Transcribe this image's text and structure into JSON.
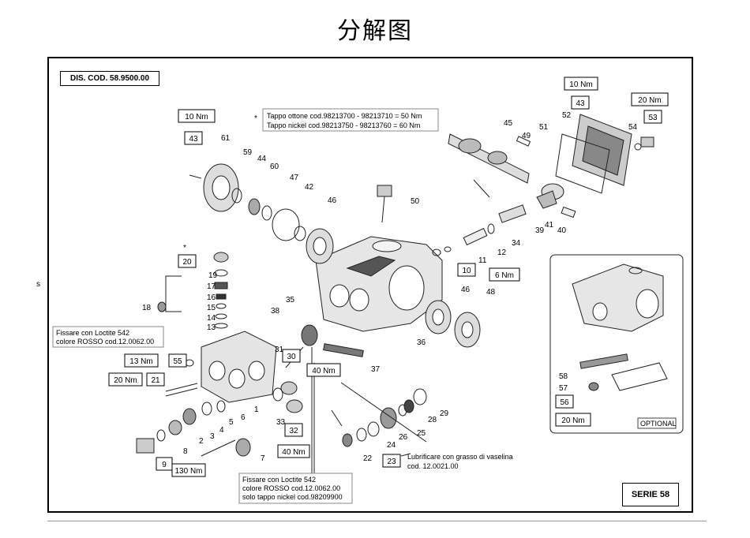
{
  "page_title": "分解图",
  "drawing_code": "DIS. COD. 58.9500.00",
  "series": "SERIE 58",
  "side_mark": "s",
  "star": "*",
  "notes": {
    "tappo_line1": "Tappo ottone cod.98213700 - 98213710 = 50 Nm",
    "tappo_line2": "Tappo nickel cod.98213750 - 98213760 = 60 Nm",
    "loctite_top_line1": "Fissare  con Loctite 542",
    "loctite_top_line2": "colore ROSSO cod.12.0062.00",
    "loctite_bottom_line1": "Fissare  con Loctite 542",
    "loctite_bottom_line2": "colore ROSSO cod.12.0062.00",
    "loctite_bottom_line3": "solo tappo nickel cod.98209900",
    "grease_line1": "Lubrificare con grasso di vaselina",
    "grease_line2": "cod.  12.0021.00",
    "optional": "OPTIONAL"
  },
  "torque_boxes": {
    "t61": "10 Nm",
    "c43a": "43",
    "t_top": "10 Nm",
    "c43b": "43",
    "t53": "20 Nm",
    "c53": "53",
    "c20": "20",
    "c10": "10",
    "t10": "6 Nm",
    "t55": "13 Nm",
    "c55": "55",
    "t21": "20 Nm",
    "c21": "21",
    "c30": "30",
    "t30": "40 Nm",
    "c32": "32",
    "t32": "40 Nm",
    "c9": "9",
    "t9": "130 Nm",
    "c23": "23",
    "c56": "56",
    "t56": "20 Nm"
  },
  "part_numbers": [
    "61",
    "59",
    "44",
    "60",
    "47",
    "42",
    "46",
    "50",
    "45",
    "49",
    "51",
    "52",
    "54",
    "41",
    "39",
    "40",
    "34",
    "12",
    "11",
    "19",
    "17",
    "16",
    "15",
    "14",
    "13",
    "18",
    "35",
    "38",
    "36",
    "31",
    "46",
    "48",
    "37",
    "1",
    "6",
    "5",
    "4",
    "3",
    "2",
    "8",
    "7",
    "33",
    "22",
    "24",
    "26",
    "25",
    "28",
    "29",
    "58",
    "57"
  ]
}
